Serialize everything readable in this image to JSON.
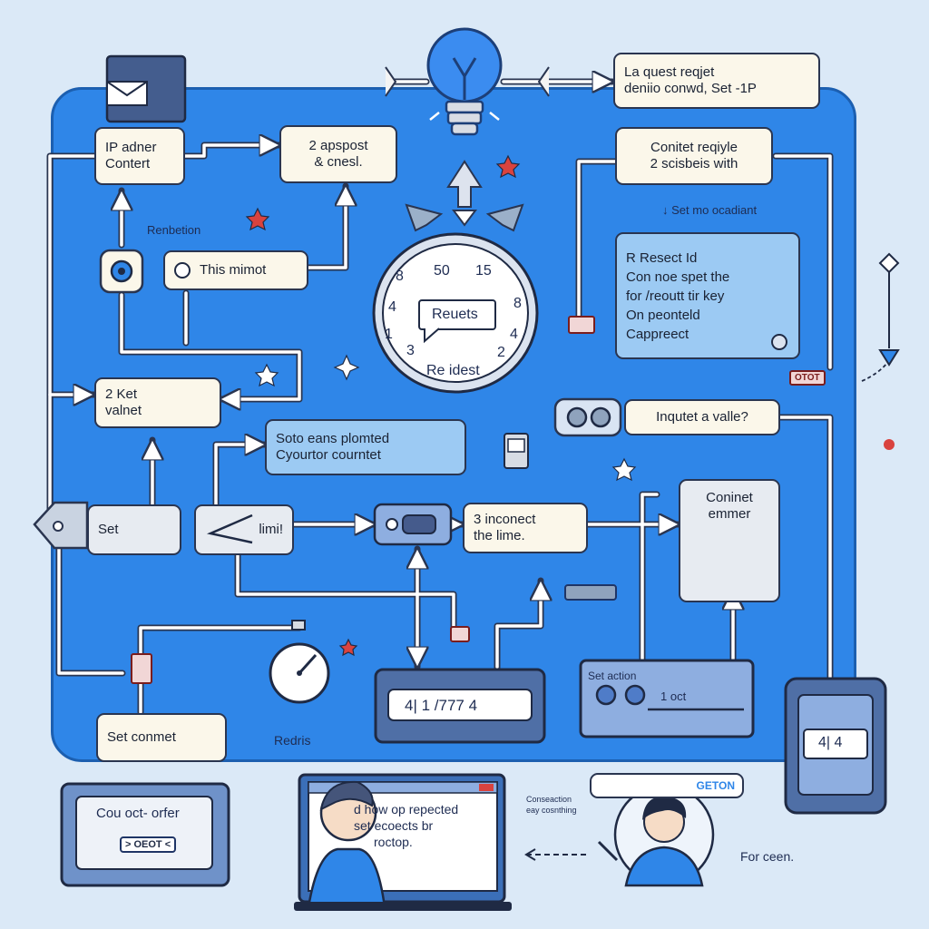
{
  "top_right_note": [
    "La quest reqjet",
    "deniio conwd, Set -1P"
  ],
  "ip_box": [
    "IP adner",
    "Contert"
  ],
  "approach_box": [
    "2 apspost",
    "& cnesl."
  ],
  "content_require_box": [
    "Conitet reqiyle",
    "2 scisbeis with"
  ],
  "set_accident_note": "Set mo ocadiant",
  "redirection_label": "Renbetion",
  "this_mimot_box": "This mimot",
  "dial": {
    "numbers": [
      "8",
      "50",
      "15",
      "4",
      "1",
      "3",
      "4",
      "8",
      "2"
    ],
    "center_label": "Reuets",
    "bottom_label": "Re idest"
  },
  "reset_box": [
    "R Resect Id",
    "Con noe spet the",
    "for /reoutt tir key",
    "On peonteld",
    "Cappreect"
  ],
  "red_pill_right": "OTOT",
  "key_box": [
    "2 Ket",
    "valnet"
  ],
  "input_value_box": "Inqutet a valle?",
  "counter_note": [
    "Soto eans plomted",
    "Cyourtor courntet"
  ],
  "set_box": "Set",
  "limit_box": "limi!",
  "disconnect_box": [
    "3 inconect",
    "the lime."
  ],
  "connect_box": [
    "Coninet",
    "emmer"
  ],
  "set_comment_box": "Set conmet",
  "redris_label": "Redris",
  "display_box": "4|  1 /777  4",
  "set_action_box": {
    "label": "Set action",
    "value": "1 oct"
  },
  "tablet_display": "4| 4",
  "bottom_left_box": {
    "title": "Cou oct- orfer",
    "pill": "OEOT"
  },
  "laptop_text": [
    "d how op repected",
    "set ecoects br",
    "roctop."
  ],
  "connection_note": [
    "Conseaction",
    "eay cosnthing"
  ],
  "bubble_label": "GETON",
  "footer_note": "For ceen.",
  "colors": {
    "panel": "#2f86e8",
    "panel_border": "#1c5fb0",
    "box_fill": "#fbf7ea",
    "box_border": "#2a3550",
    "bulb": "#3b8cf0",
    "accent_red": "#d9433f",
    "background": "#dbe9f7"
  }
}
